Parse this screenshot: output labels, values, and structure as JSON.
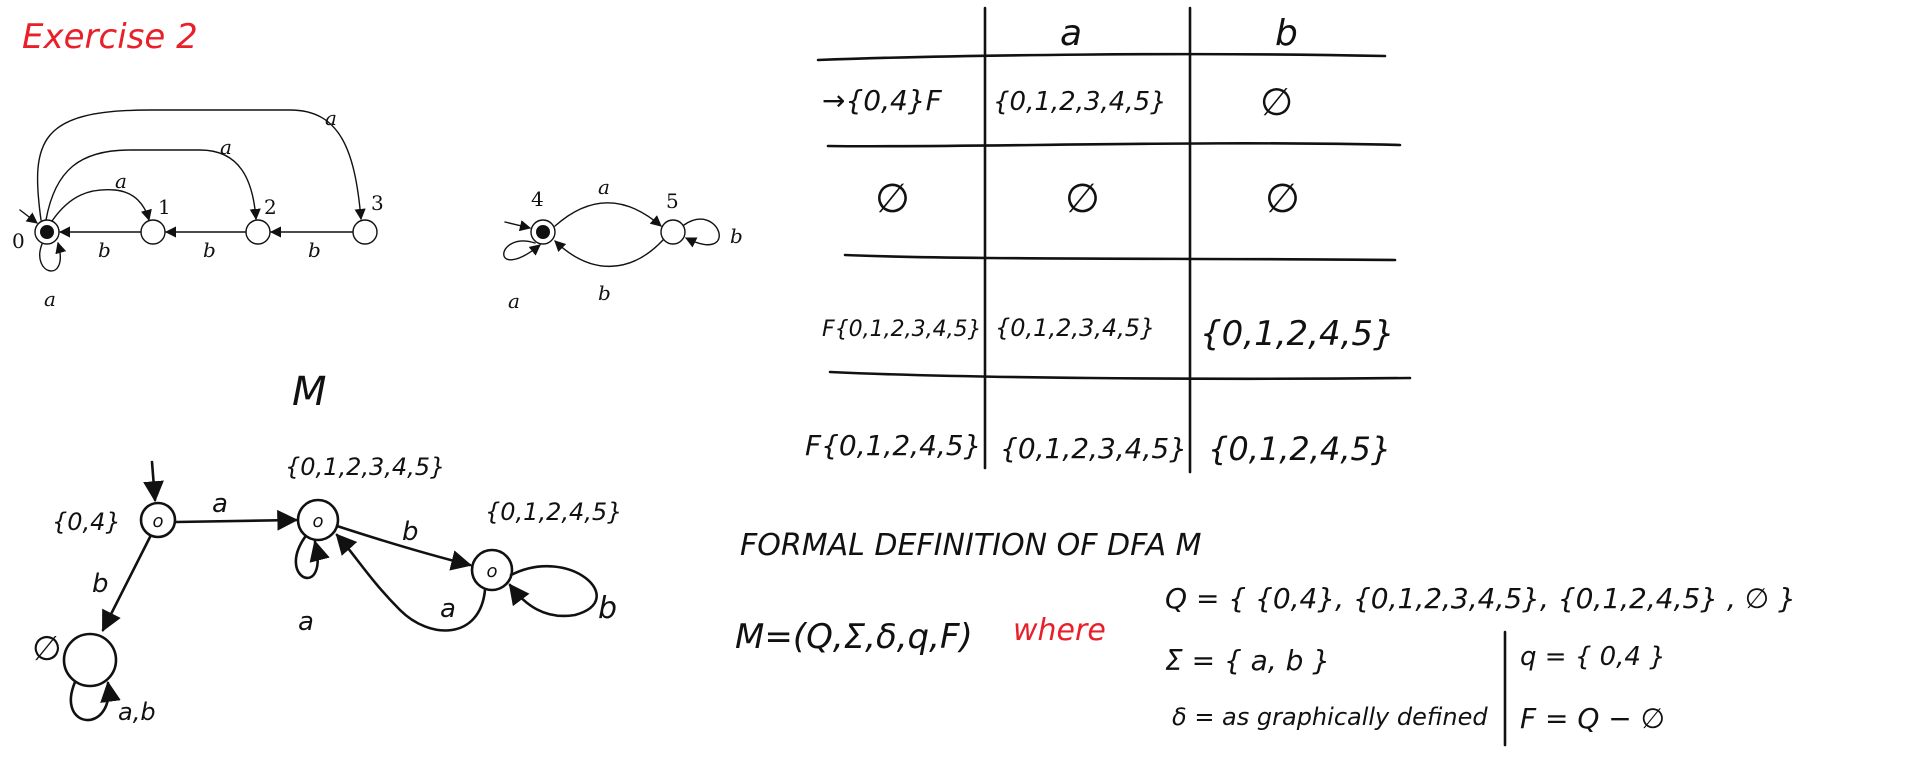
{
  "title": "Exercise 2",
  "nfa1": {
    "states": [
      "0",
      "1",
      "2",
      "3"
    ],
    "edge_labels": {
      "top_0_3": "a",
      "top_0_2": "a",
      "top_0_1": "a",
      "b_1_0": "b",
      "b_2_1": "b",
      "b_3_2": "b",
      "loop_0": "a"
    }
  },
  "nfa2": {
    "states": [
      "4",
      "5"
    ],
    "edge_labels": {
      "a_4_5": "a",
      "b_5_4": "b",
      "loop_4": "a",
      "loop_5": "b"
    }
  },
  "dfa": {
    "name": "M",
    "states": {
      "start": {
        "label": "{0,4}",
        "inner": "o"
      },
      "all": {
        "label": "{0,1,2,3,4,5}",
        "inner": "o"
      },
      "no3": {
        "label": "{0,1,2,4,5}",
        "inner": "o"
      },
      "empty": {
        "label": "∅"
      }
    },
    "edge_labels": {
      "start_all": "a",
      "start_empty": "b",
      "all_loop": "a",
      "all_no3": "b",
      "no3_all": "a",
      "no3_loop": "b",
      "empty_loop": "a,b"
    }
  },
  "table": {
    "columns": [
      "a",
      "b"
    ],
    "rows": [
      {
        "state": "→{0,4}F",
        "a": "{0,1,2,3,4,5}",
        "b": "∅"
      },
      {
        "state": "∅",
        "a": "∅",
        "b": "∅"
      },
      {
        "state": "F{0,1,2,3,4,5}",
        "a": "{0,1,2,3,4,5}",
        "b": "{0,1,2,4,5}"
      },
      {
        "state": "F{0,1,2,4,5}",
        "a": "{0,1,2,3,4,5}",
        "b": "{0,1,2,4,5}"
      }
    ]
  },
  "formal": {
    "heading": "FORMAL DEFINITION OF DFA M",
    "tuple": "M=(Q,Σ,δ,q,F)",
    "where": "where",
    "Q": "Q = { {0,4}, {0,1,2,3,4,5}, {0,1,2,4,5} , ∅ }",
    "Sigma": "Σ = { a, b }",
    "delta": "δ = as graphically defined",
    "start": "q = { 0,4 }",
    "F": "F = Q − ∅"
  }
}
